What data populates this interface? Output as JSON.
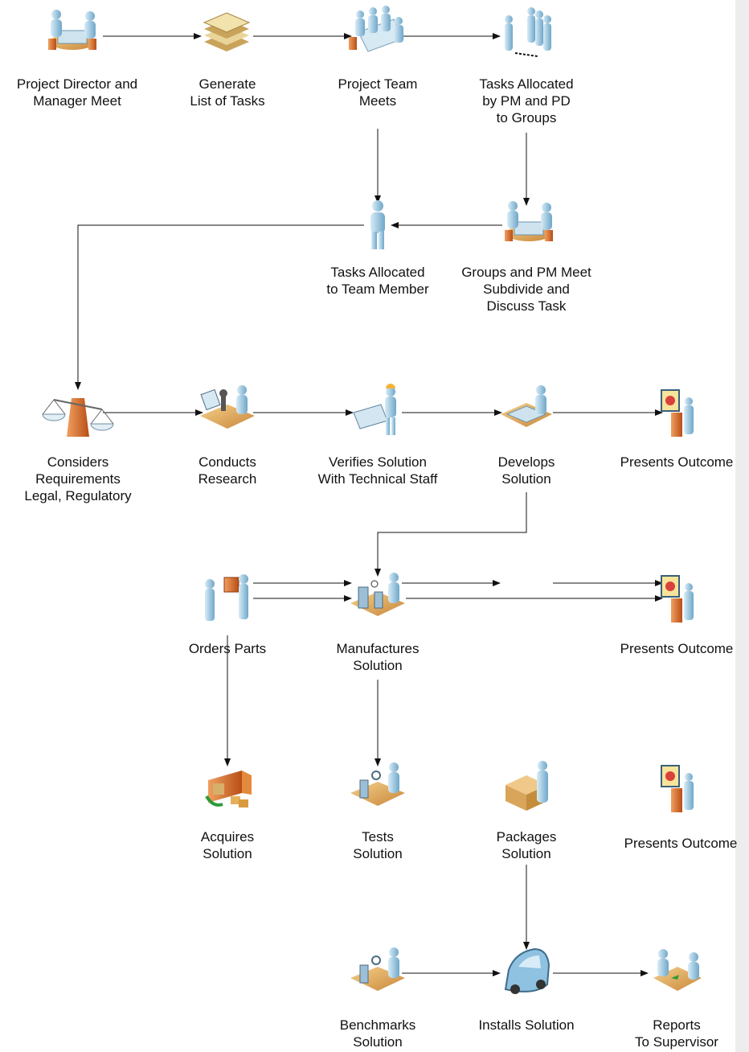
{
  "nodes": {
    "n1": {
      "label": "Project Director and\nManager Meet",
      "icon": "meeting-icon"
    },
    "n2": {
      "label": "Generate\nList of Tasks",
      "icon": "documents-stack-icon"
    },
    "n3": {
      "label": "Project Team\nMeets",
      "icon": "team-meeting-icon"
    },
    "n4": {
      "label": "Tasks Allocated\nby PM and PD\nto Groups",
      "icon": "groups-icon"
    },
    "n5": {
      "label": "Tasks Allocated\nto Team Member",
      "icon": "team-member-icon"
    },
    "n6": {
      "label": "Groups and PM Meet\nSubdivide and\nDiscuss Task",
      "icon": "meeting-icon"
    },
    "n7": {
      "label": "Considers\nRequirements\nLegal, Regulatory",
      "icon": "scales-icon"
    },
    "n8": {
      "label": "Conducts\nResearch",
      "icon": "microscope-research-icon"
    },
    "n9": {
      "label": "Verifies Solution\nWith Technical Staff",
      "icon": "technician-blueprint-icon"
    },
    "n10": {
      "label": "Develops\nSolution",
      "icon": "designer-desk-icon"
    },
    "n11": {
      "label": "Presents Outcome",
      "icon": "presenter-icon"
    },
    "n12": {
      "label": "Orders Parts",
      "icon": "order-parts-icon"
    },
    "n13": {
      "label": "Manufactures\nSolution",
      "icon": "manufacturing-icon"
    },
    "n14": {
      "label": "Presents Outcome",
      "icon": "presenter-icon"
    },
    "n15": {
      "label": "Acquires\nSolution",
      "icon": "delivery-truck-icon"
    },
    "n16": {
      "label": "Tests\nSolution",
      "icon": "testing-icon"
    },
    "n17": {
      "label": "Packages\nSolution",
      "icon": "packaging-icon"
    },
    "n18": {
      "label": "Presents Outcome",
      "icon": "presenter-icon"
    },
    "n19": {
      "label": "Benchmarks\nSolution",
      "icon": "benchmark-icon"
    },
    "n20": {
      "label": "Installs Solution",
      "icon": "car-icon"
    },
    "n21": {
      "label": "Reports\nTo Supervisor",
      "icon": "report-meeting-icon"
    }
  }
}
